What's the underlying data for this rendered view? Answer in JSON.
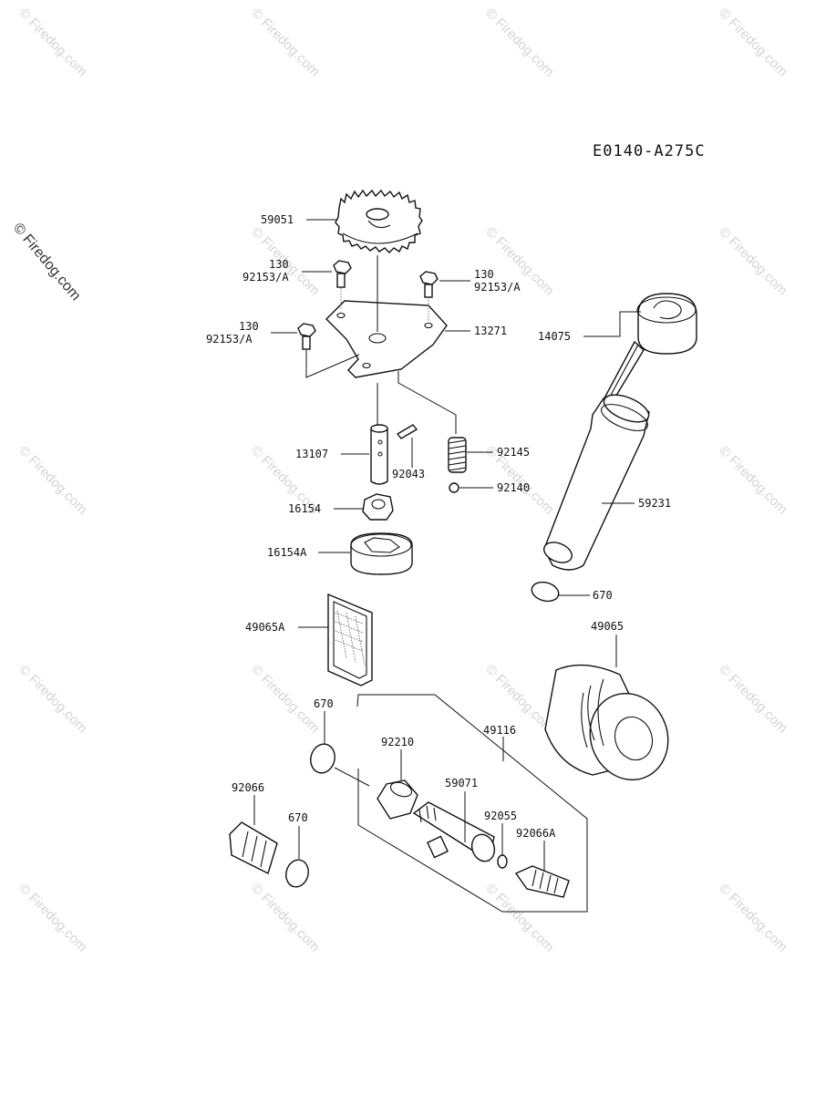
{
  "diagram_code": "E0140-A275C",
  "side_watermark": "© Firedog.com",
  "tile_watermark": "© Firedog.com",
  "part_labels": {
    "p59051": "59051",
    "p130_a": "130",
    "p92153_a": "92153/A",
    "p130_b": "130",
    "p92153_b": "92153/A",
    "p130_c": "130",
    "p92153_c": "92153/A",
    "p13271": "13271",
    "p14075": "14075",
    "p13107": "13107",
    "p92043": "92043",
    "p92145": "92145",
    "p92140": "92140",
    "p59231": "59231",
    "p16154": "16154",
    "p16154A": "16154A",
    "p670_a": "670",
    "p49065A": "49065A",
    "p49065": "49065",
    "p670_b": "670",
    "p49116": "49116",
    "p92210": "92210",
    "p59071": "59071",
    "p92066": "92066",
    "p670_c": "670",
    "p92055": "92055",
    "p92066A": "92066A"
  }
}
